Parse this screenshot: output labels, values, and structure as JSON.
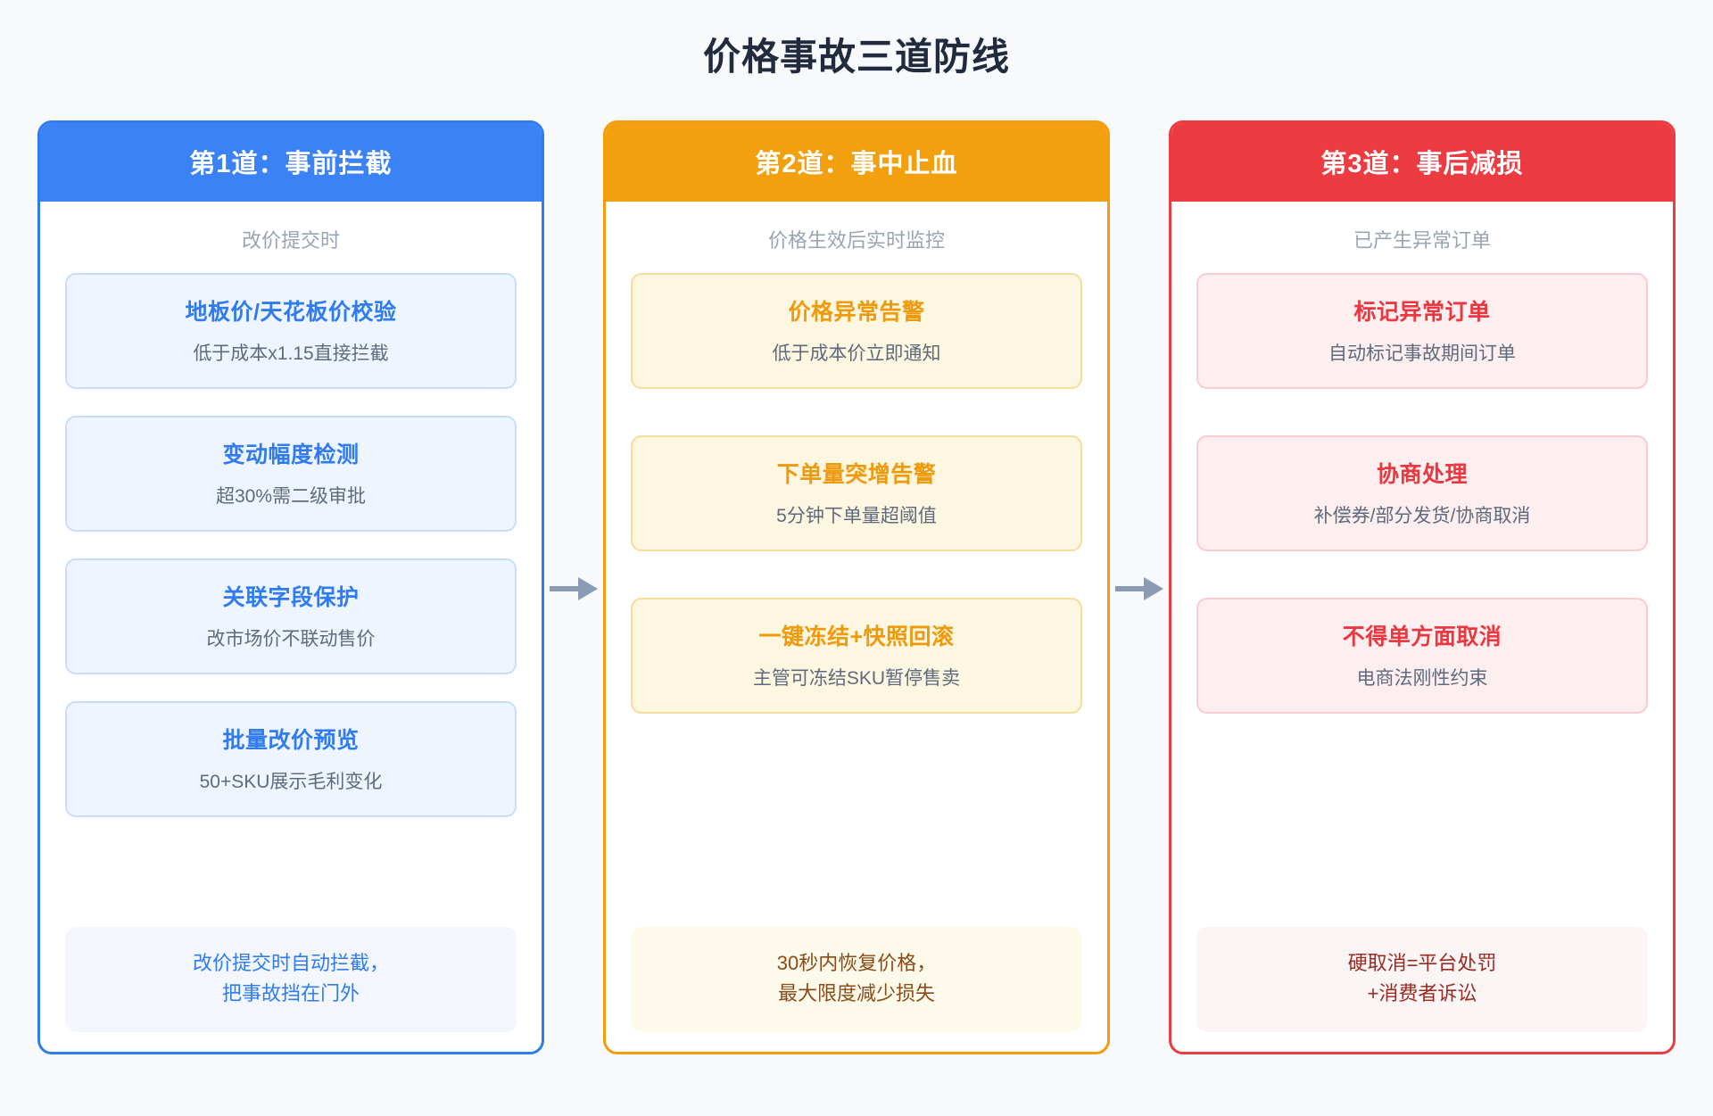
{
  "title": "价格事故三道防线",
  "arrow_icon": "arrow-right-icon",
  "columns": [
    {
      "header": "第1道：事前拦截",
      "subtitle": "改价提交时",
      "accent": "#3b82f6",
      "cards": [
        {
          "title": "地板价/天花板价校验",
          "desc": "低于成本x1.15直接拦截"
        },
        {
          "title": "变动幅度检测",
          "desc": "超30%需二级审批"
        },
        {
          "title": "关联字段保护",
          "desc": "改市场价不联动售价"
        },
        {
          "title": "批量改价预览",
          "desc": "50+SKU展示毛利变化"
        }
      ],
      "footer_line1": "改价提交时自动拦截，",
      "footer_line2": "把事故挡在门外"
    },
    {
      "header": "第2道：事中止血",
      "subtitle": "价格生效后实时监控",
      "accent": "#f2a00d",
      "cards": [
        {
          "title": "价格异常告警",
          "desc": "低于成本价立即通知"
        },
        {
          "title": "下单量突增告警",
          "desc": "5分钟下单量超阈值"
        },
        {
          "title": "一键冻结+快照回滚",
          "desc": "主管可冻结SKU暂停售卖"
        }
      ],
      "footer_line1": "30秒内恢复价格，",
      "footer_line2": "最大限度减少损失"
    },
    {
      "header": "第3道：事后减损",
      "subtitle": "已产生异常订单",
      "accent": "#ed3b42",
      "cards": [
        {
          "title": "标记异常订单",
          "desc": "自动标记事故期间订单"
        },
        {
          "title": "协商处理",
          "desc": "补偿券/部分发货/协商取消"
        },
        {
          "title": "不得单方面取消",
          "desc": "电商法刚性约束"
        }
      ],
      "footer_line1": "硬取消=平台处罚",
      "footer_line2": "+消费者诉讼"
    }
  ]
}
